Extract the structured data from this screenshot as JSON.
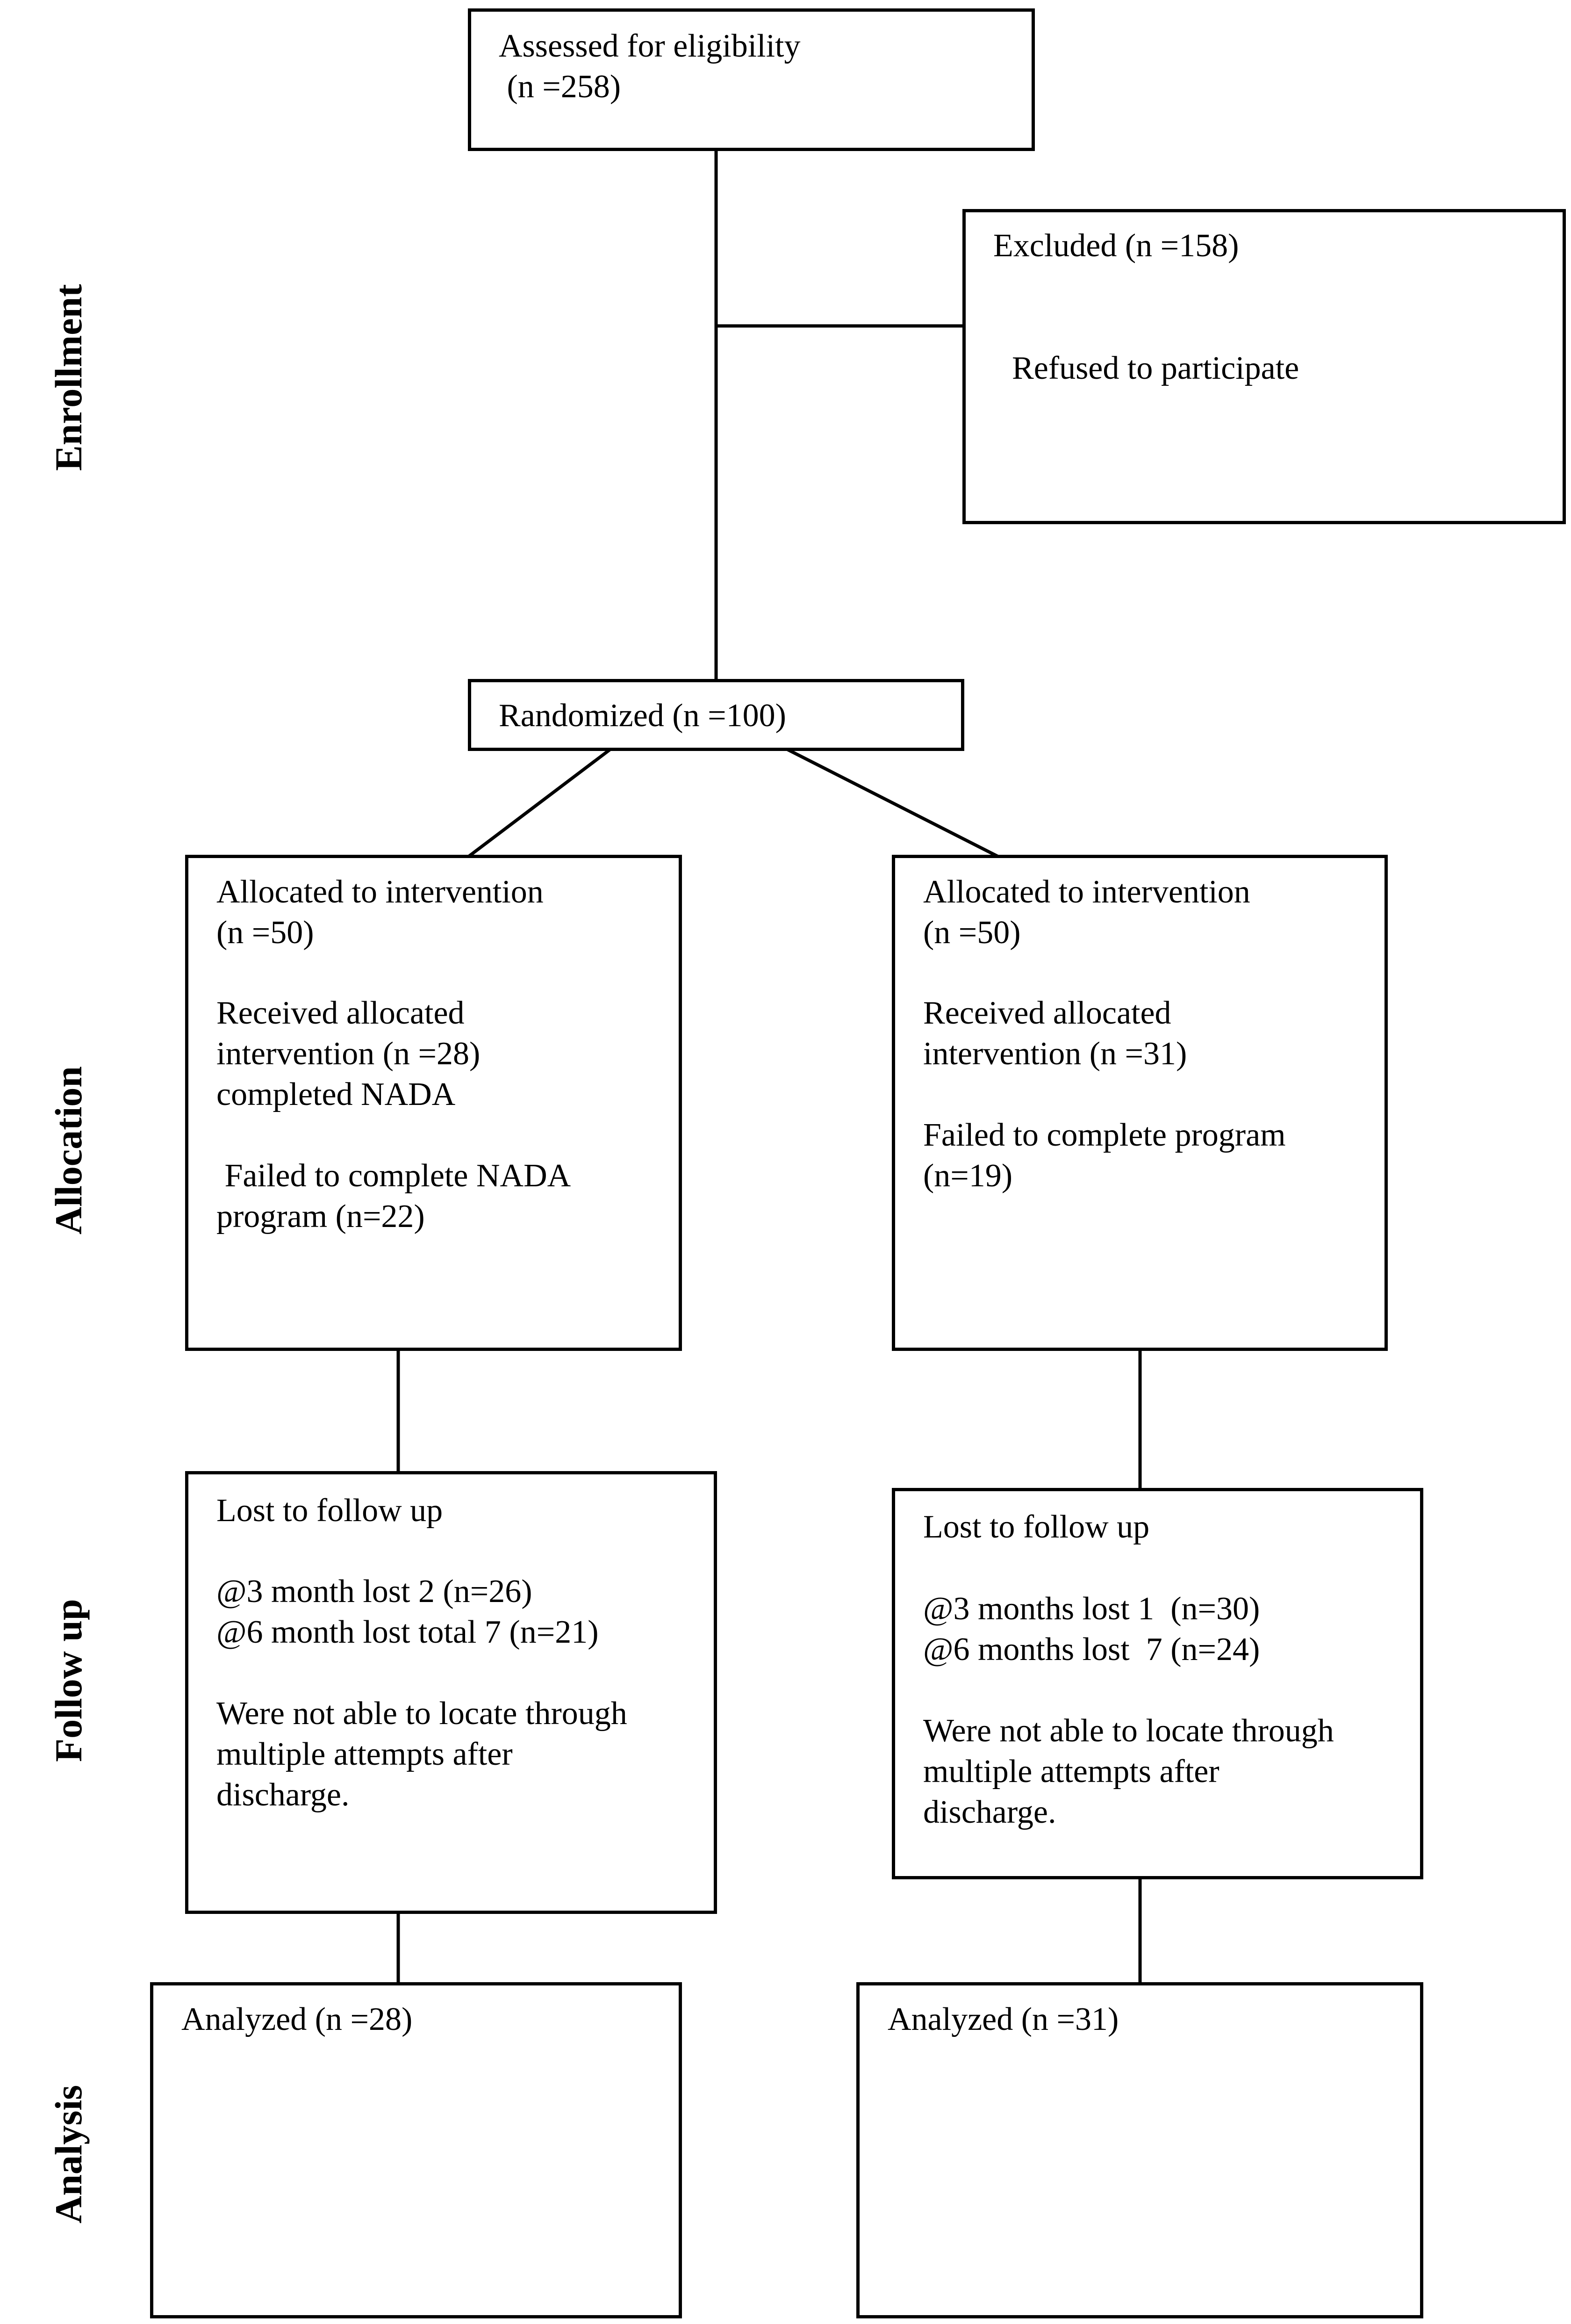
{
  "stages": {
    "enrollment": "Enrollment",
    "allocation": "Allocation",
    "follow_up": "Follow up",
    "analysis": "Analysis"
  },
  "assessed": {
    "line1": "Assessed for eligibility",
    "line2": " (n =258)"
  },
  "excluded": {
    "title": "Excluded (n =158)",
    "reason": "Refused to participate"
  },
  "randomized": {
    "label": "Randomized (n =100)"
  },
  "allocation_left": {
    "line1": "Allocated to intervention",
    "line2": "(n =50)",
    "line3": "Received allocated",
    "line4": "intervention (n =28)",
    "line5": "completed NADA",
    "line6": " Failed to complete NADA",
    "line7": "program (n=22)"
  },
  "allocation_right": {
    "line1": "Allocated to intervention",
    "line2": "(n =50)",
    "line3": "Received allocated",
    "line4": "intervention (n =31)",
    "line5": "Failed to complete program",
    "line6": "(n=19)"
  },
  "followup_left": {
    "line1": "Lost to follow up",
    "line2": "@3 month lost 2 (n=26)",
    "line3": "@6 month lost total 7 (n=21)",
    "line4": "Were not able to locate through",
    "line5": "multiple attempts after",
    "line6": "discharge."
  },
  "followup_right": {
    "line1": "Lost to follow up",
    "line2": "@3 months lost 1  (n=30)",
    "line3": "@6 months lost  7 (n=24)",
    "line4": "Were not able to locate through",
    "line5": "multiple attempts after",
    "line6": "discharge."
  },
  "analysis_left": {
    "label": "Analyzed (n =28)"
  },
  "analysis_right": {
    "label": "Analyzed (n =31)"
  }
}
